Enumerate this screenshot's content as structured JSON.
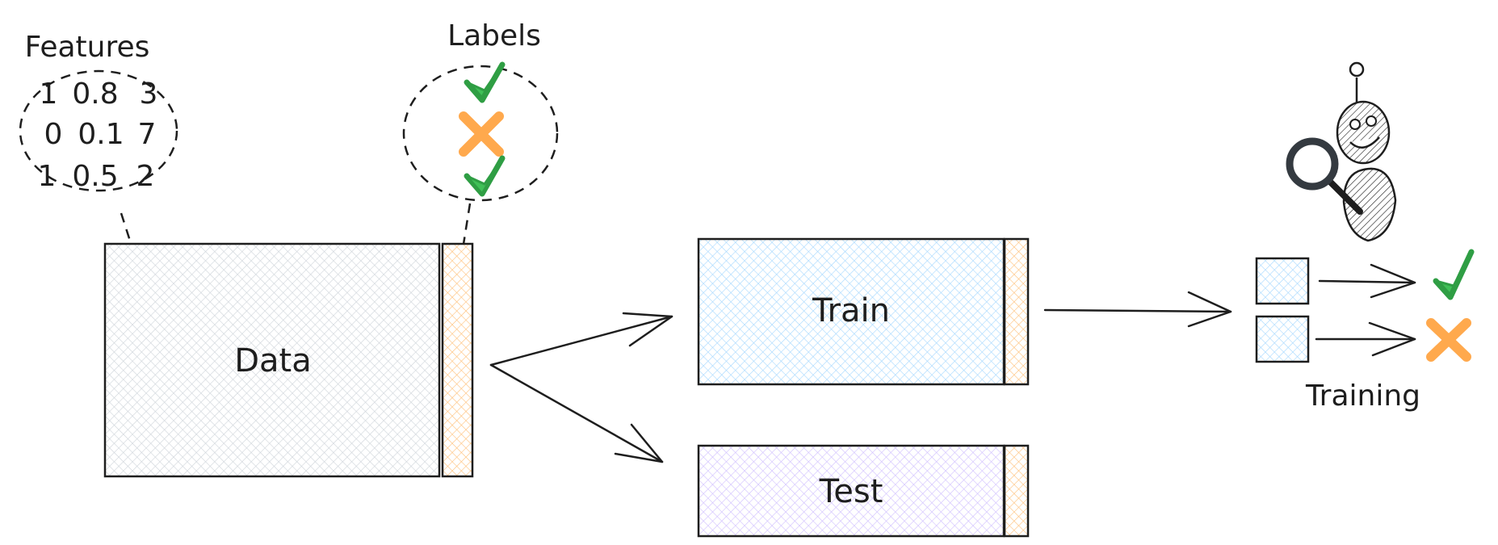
{
  "labels": {
    "features": "Features",
    "labels": "Labels",
    "data": "Data",
    "train": "Train",
    "test": "Test",
    "training": "Training"
  },
  "feature_matrix": [
    [
      "1",
      "0.8",
      "3"
    ],
    [
      "0",
      "0.1",
      "7"
    ],
    [
      "1",
      "0.5",
      "2"
    ]
  ],
  "label_marks": [
    "check-icon",
    "cross-icon",
    "check-icon"
  ],
  "training_outputs": [
    "check-icon",
    "cross-icon"
  ],
  "colors": {
    "stroke": "#1e1e1e",
    "data_fill": "#ced4da",
    "label_fill": "#ffc078",
    "train_fill": "#a5d8ff",
    "test_fill": "#d0bfff",
    "check": "#2f9e44",
    "check_fill": "#40c057",
    "cross": "#fd7e14",
    "cross_fill": "#ffa94d"
  }
}
